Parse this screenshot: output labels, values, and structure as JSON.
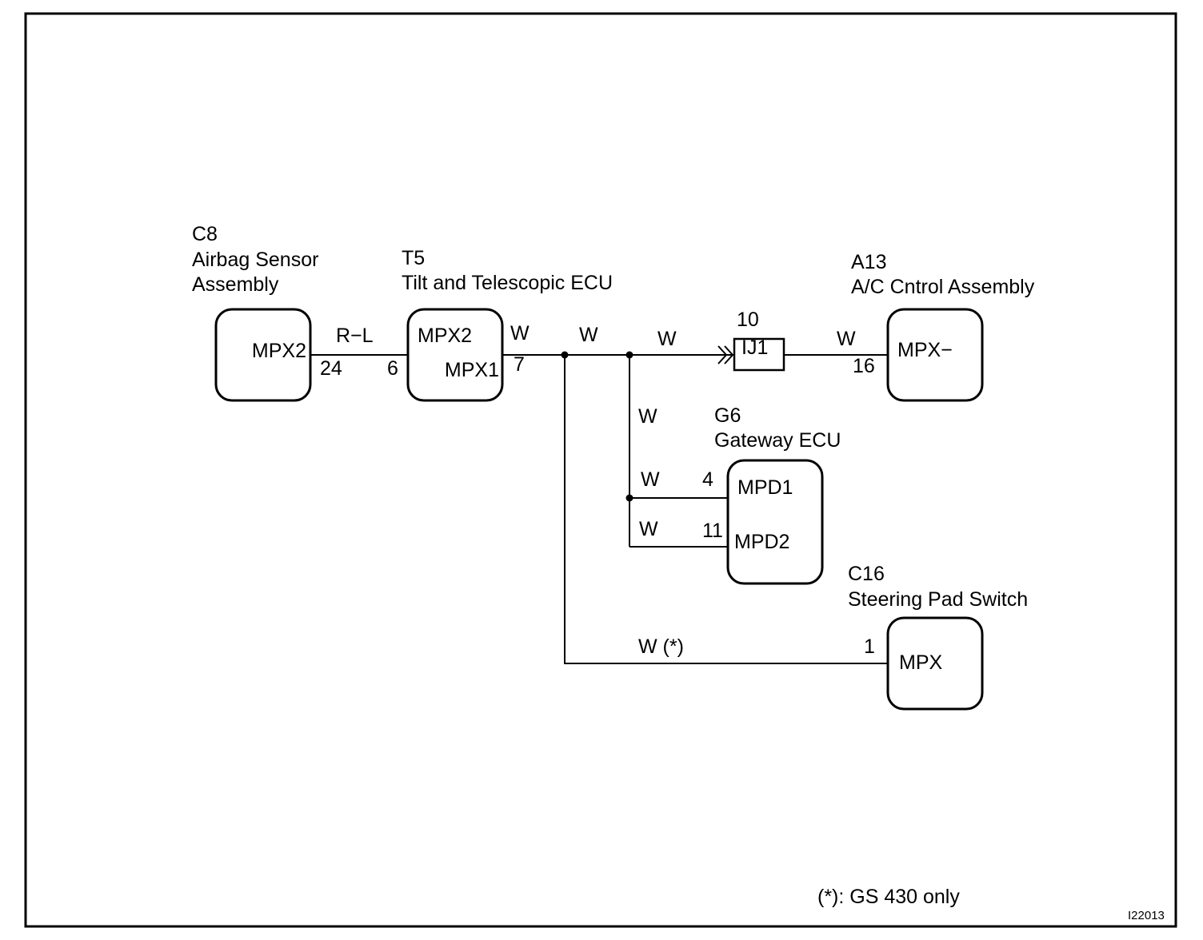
{
  "components": {
    "c8": {
      "code": "C8",
      "name_line1": "Airbag Sensor",
      "name_line2": "Assembly",
      "terminal": "MPX2"
    },
    "t5": {
      "code": "T5",
      "name": "Tilt and Telescopic ECU",
      "terminal_a": "MPX2",
      "terminal_b": "MPX1"
    },
    "a13": {
      "code": "A13",
      "name": "A/C Cntrol Assembly",
      "terminal": "MPX−"
    },
    "g6": {
      "code": "G6",
      "name": "Gateway ECU",
      "terminal_a": "MPD1",
      "terminal_b": "MPD2"
    },
    "c16": {
      "code": "C16",
      "name": "Steering Pad Switch",
      "terminal": "MPX"
    }
  },
  "connector": {
    "name": "IJ1",
    "pin": "10"
  },
  "wires": {
    "c8_t5": "R−L",
    "t5_out": "W",
    "junction_1": "W",
    "to_ij1": "W",
    "ij1_a13": "W",
    "vertical_g6": "W",
    "g6_mpd1": "W",
    "g6_mpd2": "W",
    "c16": "W (*)"
  },
  "pins": {
    "c8_mpx2": "24",
    "t5_mpx2": "6",
    "t5_mpx1": "7",
    "a13_mpx": "16",
    "g6_mpd1": "4",
    "g6_mpd2": "11",
    "c16_mpx": "1"
  },
  "footnote": "(*): GS 430 only",
  "figure_id": "I22013"
}
